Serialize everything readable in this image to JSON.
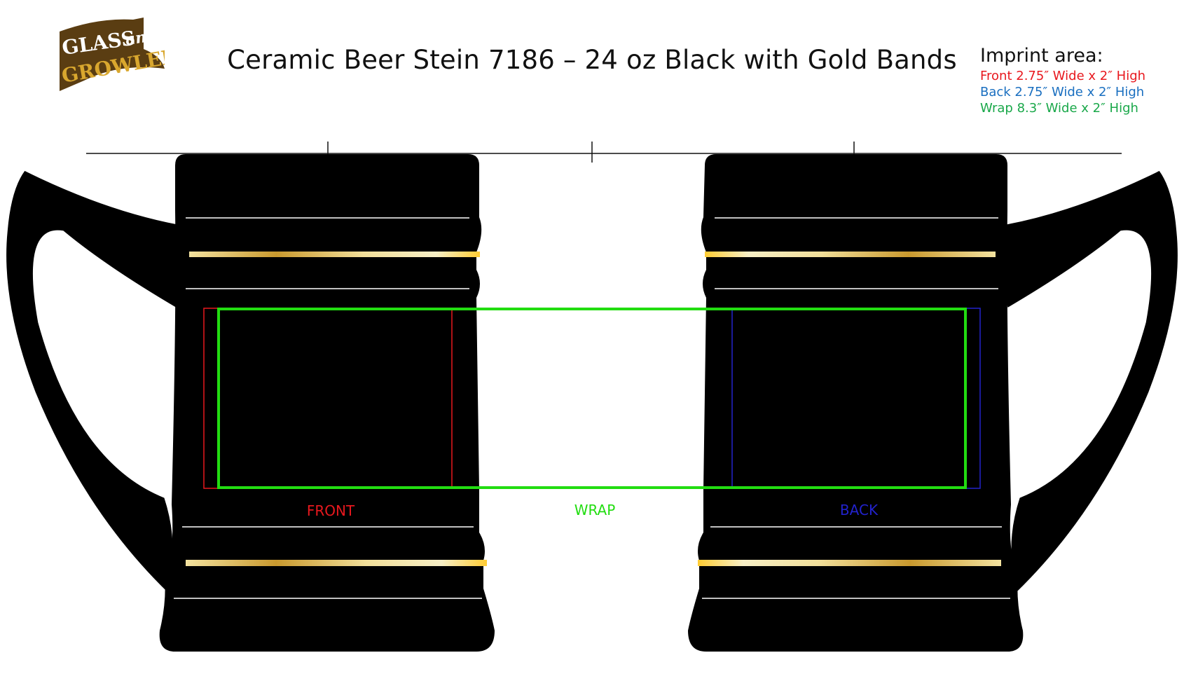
{
  "logo": {
    "line1": "GLASS",
    "line1b": "and",
    "line2": "GROWLERS"
  },
  "title": "Ceramic Beer Stein 7186 – 24 oz Black with Gold Bands",
  "imprint": {
    "heading": "Imprint area:",
    "front": "Front 2.75″ Wide x 2″ High",
    "back": "Back 2.75″ Wide x 2″ High",
    "wrap": "Wrap 8.3″ Wide x 2″ High"
  },
  "labels": {
    "front": "FRONT",
    "wrap": "WRAP",
    "back": "BACK"
  },
  "colors": {
    "front": "#e8181e",
    "back": "#1a6fc0",
    "wrap": "#1aa84a",
    "wrap_box": "#22dd11",
    "back_box": "#2222cc",
    "gold": "#d9a72e"
  }
}
